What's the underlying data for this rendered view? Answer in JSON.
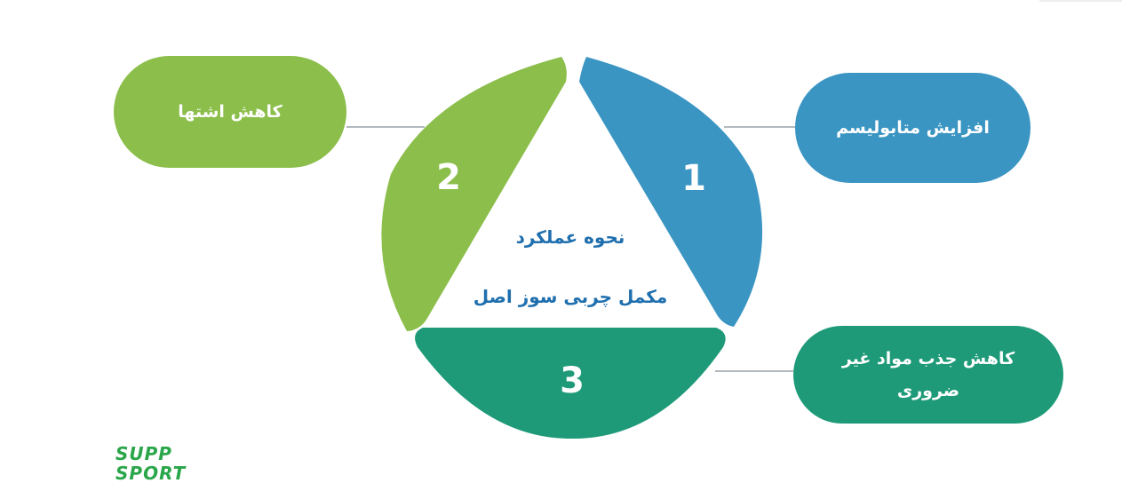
{
  "diagram": {
    "segments": [
      {
        "number": "1",
        "label": "افزایش متابولیسم",
        "color": "#3a95c3"
      },
      {
        "number": "2",
        "label": "کاهش اشتها",
        "color": "#8bbe4a"
      },
      {
        "number": "3",
        "label": "کاهش جذب مواد غیر ضروری",
        "color": "#1e9a78"
      }
    ],
    "center": {
      "line1": "نحوه عملکرد",
      "line2": "مکمل چربی سوز اصل"
    },
    "connector_color": "#9aa3a8"
  },
  "logo": {
    "line1": "SUPP",
    "line2": "SPORT",
    "color": "#2aa64a"
  }
}
